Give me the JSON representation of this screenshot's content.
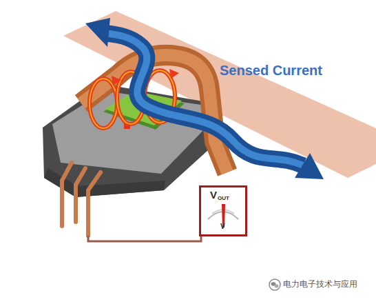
{
  "diagram": {
    "nodes": [
      {
        "text": [
          "V",
          "OUT",
          "V"
        ]
      }
    ],
    "labels": [
      "Sensed Current",
      "电力电子技术与应用"
    ]
  }
}
